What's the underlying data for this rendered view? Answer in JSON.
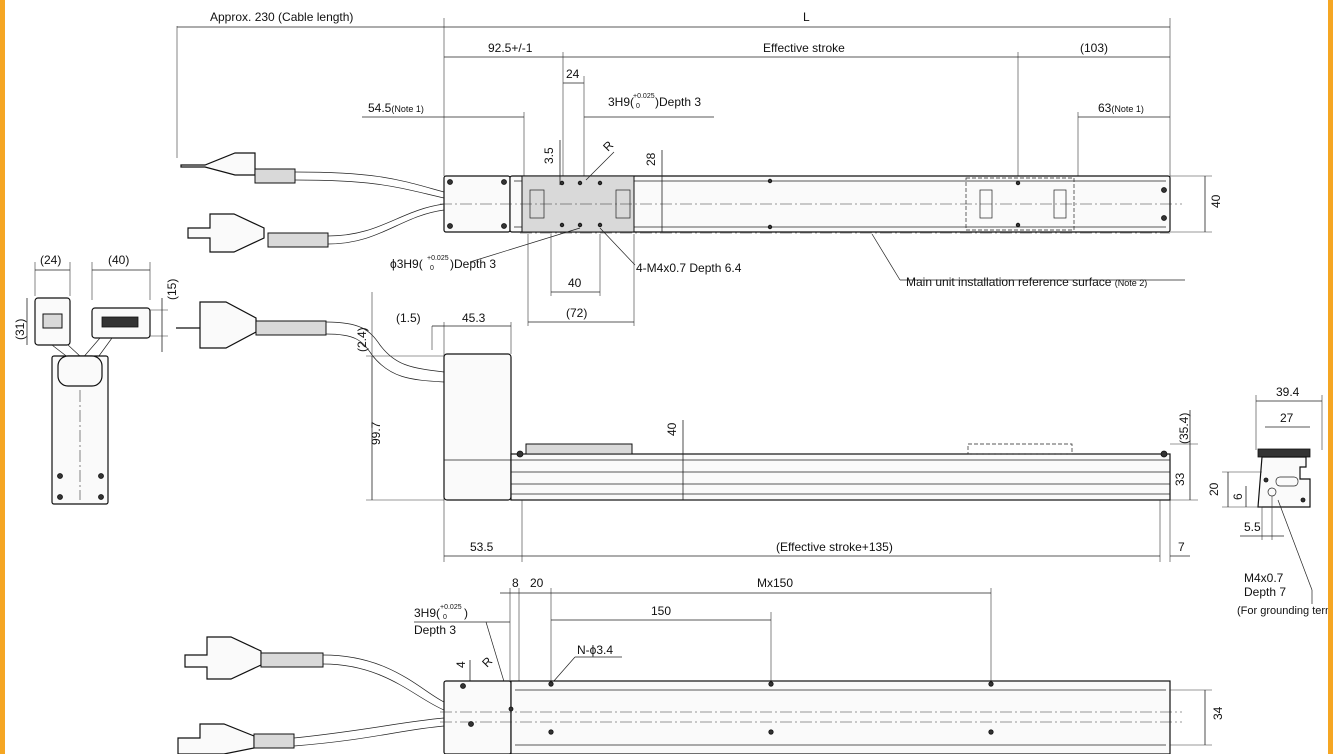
{
  "colors": {
    "frame": "#f5a623",
    "background": "#ffffff",
    "lines": "#111111",
    "body_fill": "#fafafa",
    "gray_fill": "#d9d9d9"
  },
  "labels": {
    "cable_length": "Approx. 230 (Cable length)",
    "total_length": "L",
    "d_92_5": "92.5+/-1",
    "effective_stroke": "Effective stroke",
    "d_103": "(103)",
    "d_24_top": "24",
    "d_54_5": "54.5",
    "note1_a": "(Note 1)",
    "bore_3h9": "3H9(",
    "tol_plus": "+0.025",
    "tol_zero": "0",
    "depth3_suffix": ")Depth 3",
    "d_63": "63",
    "note1_b": "(Note 1)",
    "d_3_5": "3.5",
    "radius_R": "R",
    "d_28": "28",
    "d_40_side": "40",
    "phi_bore": "ϕ3H9(",
    "phi_depth3": ")Depth 3",
    "tapped_holes": "4-M4x0.7 Depth 6.4",
    "d_40_mid": "40",
    "d_72": "(72)",
    "install_ref": "Main unit installation reference surface",
    "note2": "(Note 2)",
    "d_24_conn": "(24)",
    "d_40_conn": "(40)",
    "d_15": "(15)",
    "d_31": "(31)",
    "d_2_4": "(2.4)",
    "d_1_5": "(1.5)",
    "d_45_3": "45.3",
    "d_99_7": "99.7",
    "d_40_front": "40",
    "d_35_4": "(35.4)",
    "d_33": "33",
    "d_39_4": "39.4",
    "d_27": "27",
    "d_20": "20",
    "d_6": "6",
    "d_5_5": "5.5",
    "d_53_5": "53.5",
    "effective_plus": "(Effective stroke+135)",
    "d_7": "7",
    "ground_1": "M4x0.7",
    "ground_2": "Depth 7",
    "ground_3": "(For grounding terminal)",
    "d_8": "8",
    "d_20_bot": "20",
    "m_x150": "Mx150",
    "d_150": "150",
    "bore_bottom": "3H9(",
    "close_paren": ")",
    "depth3": "Depth 3",
    "n_phi": "N-ϕ3.4",
    "d_4": "4",
    "radius_R2": "R",
    "d_34": "34"
  }
}
